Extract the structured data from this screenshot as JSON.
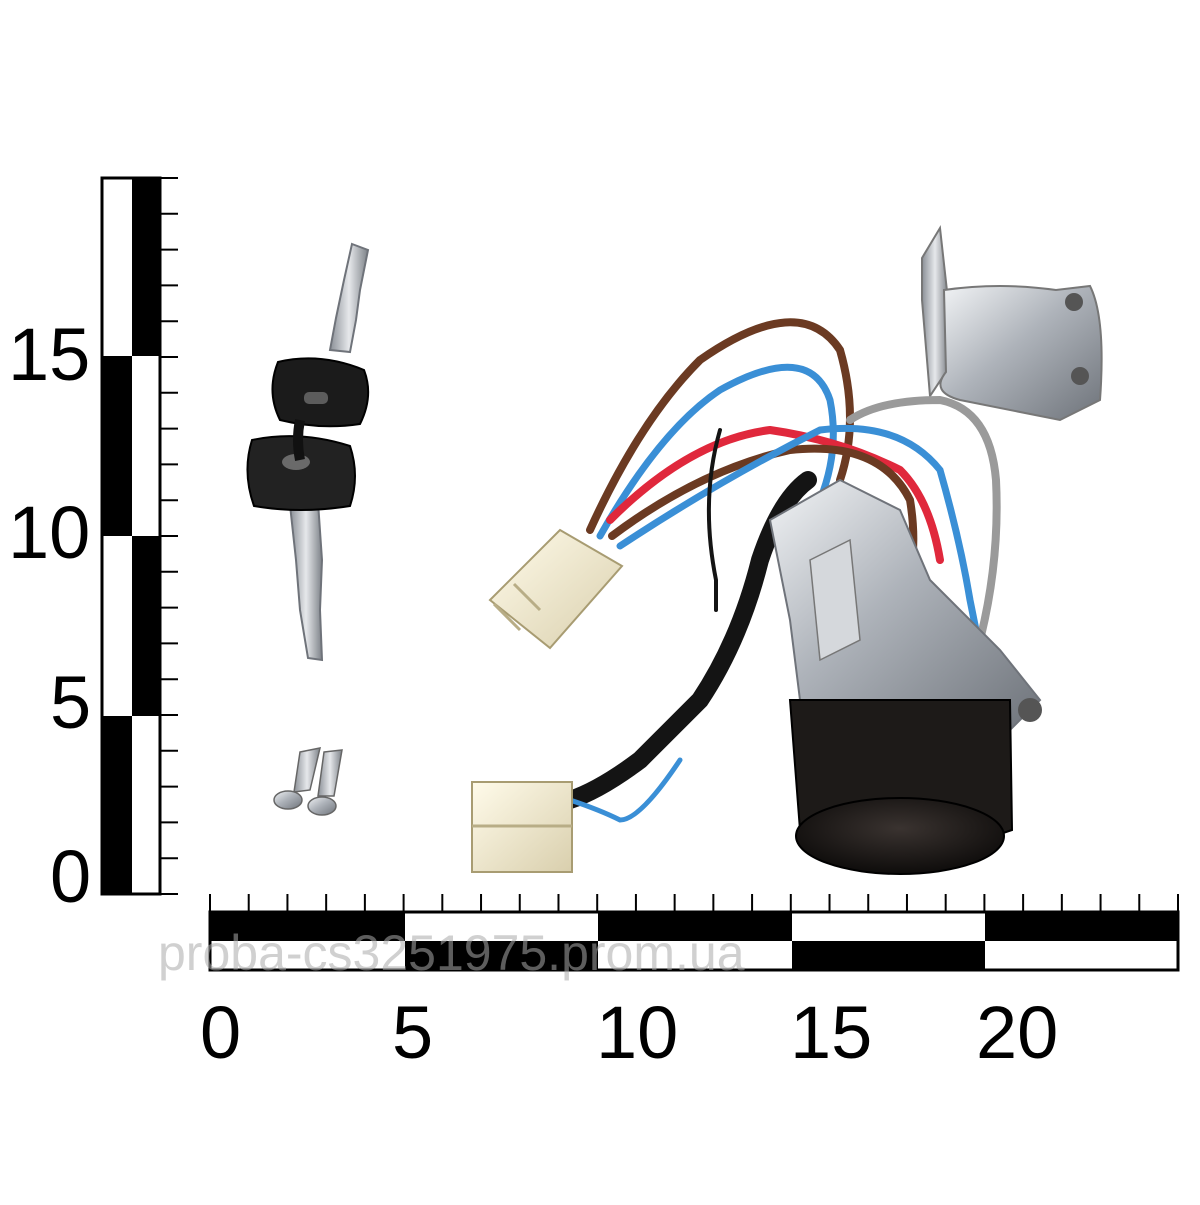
{
  "vertical_scale": {
    "labels": [
      "15",
      "10",
      "5",
      "0"
    ]
  },
  "horizontal_scale": {
    "labels": [
      "0",
      "5",
      "10",
      "15",
      "20"
    ]
  },
  "watermark": {
    "text": "proba-cs3251975.prom.ua"
  },
  "product": {
    "items": [
      "keys",
      "screws",
      "ignition-switch",
      "mounting-bracket",
      "connectors"
    ]
  },
  "colors": {
    "wire_brown": "#6b3a22",
    "wire_blue": "#3a8fd6",
    "wire_red": "#e0283c",
    "wire_gray": "#9a9a9a",
    "wire_black": "#141414",
    "connector": "#f3ecd2",
    "metal": "#c8ccd2"
  }
}
